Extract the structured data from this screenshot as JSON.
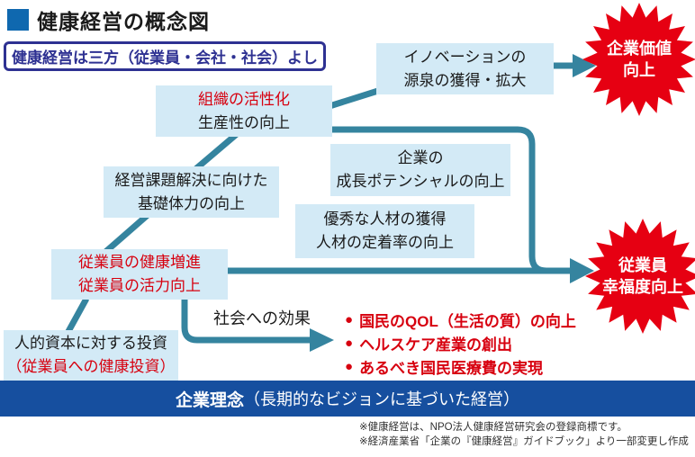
{
  "title": {
    "text": "健康経営の概念図"
  },
  "tagline": {
    "text": "健康経営は三方（従業員・会社・社会）よし"
  },
  "boxes": {
    "org": {
      "line1": "組織の活性化",
      "line2": "生産性の向上"
    },
    "innov": {
      "line1": "イノベーションの",
      "line2": "源泉の獲得・拡大"
    },
    "growth": {
      "line1": "企業の",
      "line2": "成長ポテンシャルの向上"
    },
    "talent": {
      "line1": "優秀な人材の獲得",
      "line2": "人材の定着率の向上"
    },
    "mgmt": {
      "line1": "経営課題解決に向けた",
      "line2": "基礎体力の向上"
    },
    "health": {
      "line1": "従業員の健康増進",
      "line2": "従業員の活力向上"
    },
    "invest": {
      "line1": "人的資本に対する投資",
      "line2": "（従業員への健康投資）"
    }
  },
  "starbursts": {
    "corporate_value": {
      "line1": "企業価値",
      "line2": "向上"
    },
    "employee_happiness": {
      "line1": "従業員",
      "line2": "幸福度向上"
    }
  },
  "labels": {
    "social_effect": "社会への効果",
    "bullet": "●"
  },
  "social_effects": [
    "国民のQOL（生活の質）の向上",
    "ヘルスケア産業の創出",
    "あるべき国民医療費の実現"
  ],
  "bottom_bar": {
    "bold": "企業理念",
    "rest": "（長期的なビジョンに基づいた経営）"
  },
  "footnotes": [
    "※健康経営は、NPO法人健康経営研究会の登録商標です。",
    "※経済産業省「企業の『健康経営』ガイドブック」より一部変更し作成"
  ],
  "colors": {
    "accent_teal": "#35849f",
    "box_blue": "#d3eaf6",
    "red_text": "#d7000f",
    "star_red": "#e60012",
    "navy_bar": "#164f9f",
    "indigo": "#2e3192",
    "title_square": "#0f68af"
  }
}
